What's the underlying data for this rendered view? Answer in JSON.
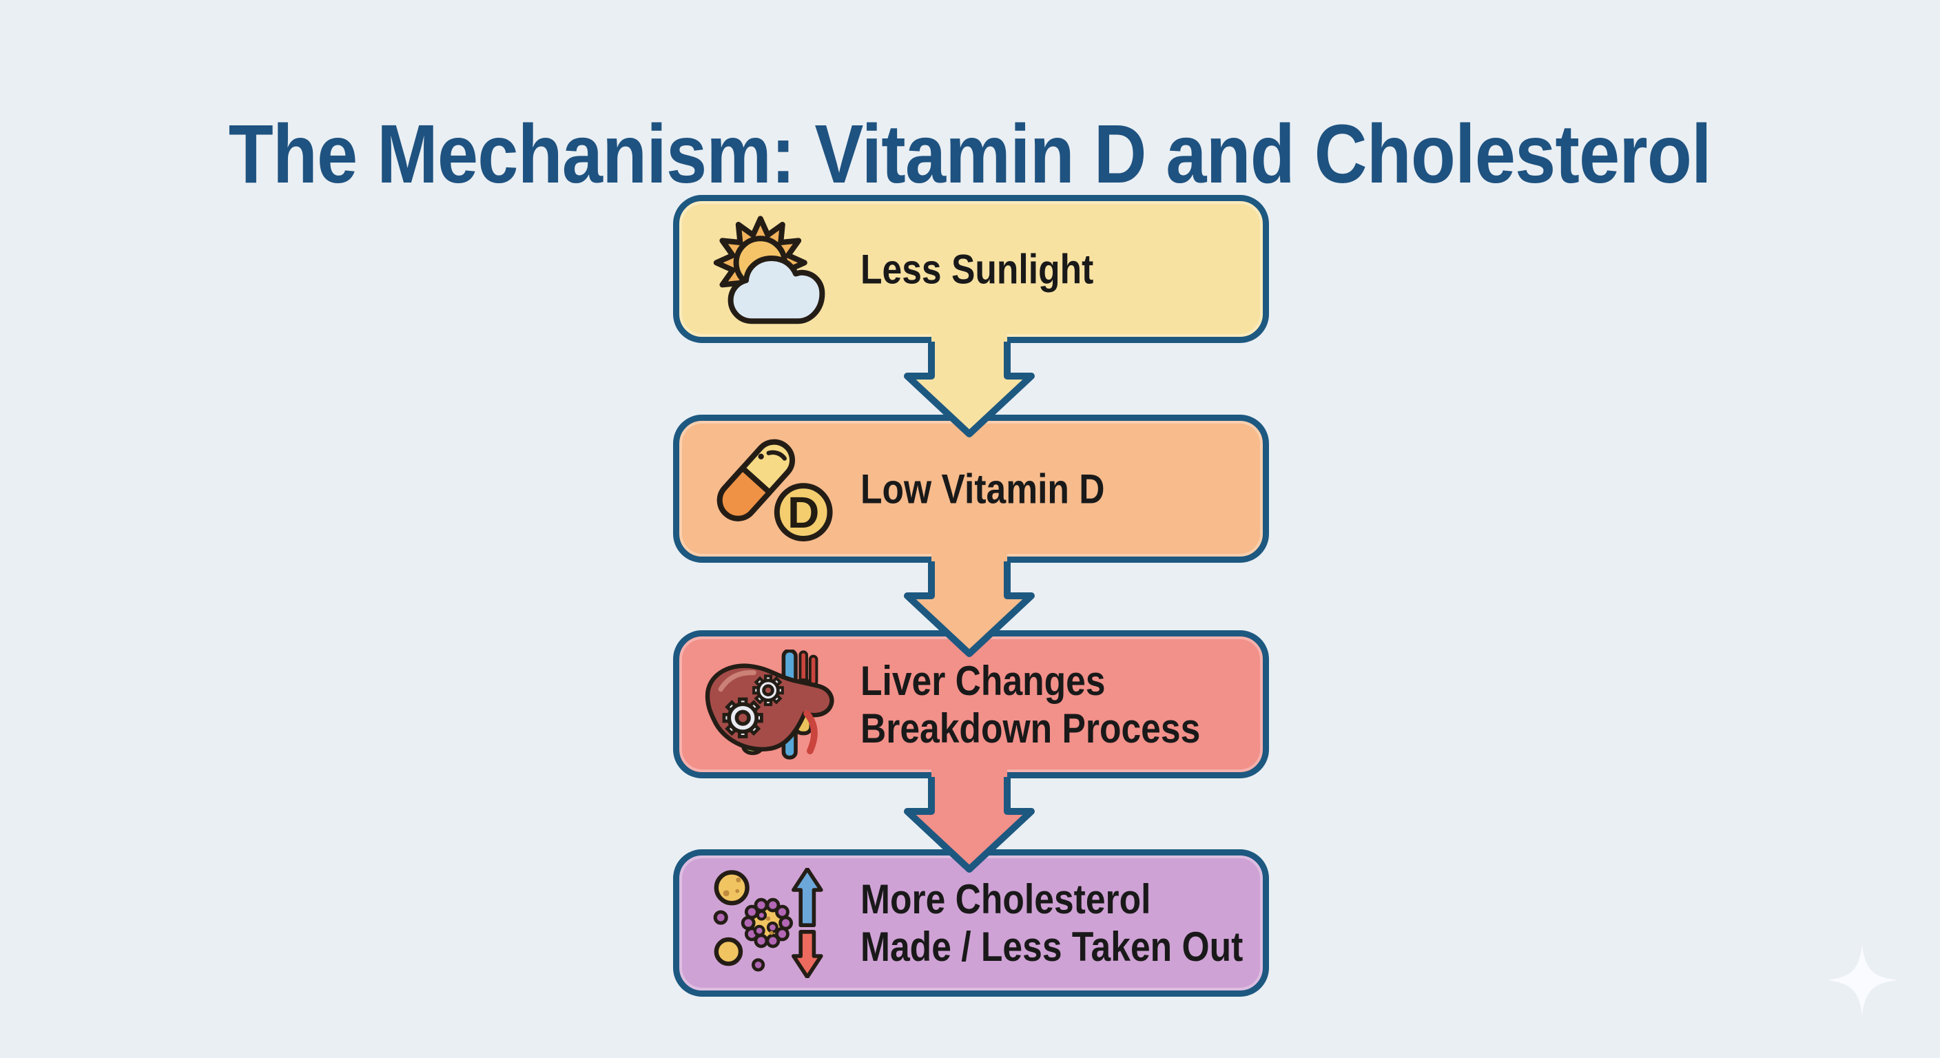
{
  "page": {
    "title": "The Mechanism: Vitamin D and Cholesterol",
    "title_color": "#1e5280",
    "background_color": "#eaeff3"
  },
  "flow": {
    "border_color": "#1d5880",
    "text_color": "#191919",
    "steps": [
      {
        "name": "less-sunlight",
        "line1": "Less Sunlight",
        "line2": "",
        "icon": "sun-behind-cloud-icon",
        "fill": "#f8e2a2"
      },
      {
        "name": "low-vitamin-d",
        "line1": "Low Vitamin D",
        "line2": "",
        "icon": "vitamin-d-capsule-icon",
        "fill": "#f7bb8c",
        "badge": "D"
      },
      {
        "name": "liver-changes",
        "line1": "Liver Changes",
        "line2": "Breakdown Process",
        "icon": "liver-gears-icon",
        "fill": "#f2908a"
      },
      {
        "name": "more-cholesterol",
        "line1": "More Cholesterol",
        "line2": "Made / Less Taken Out",
        "icon": "cholesterol-up-down-icon",
        "fill": "#cfa2d5"
      }
    ],
    "connectors": [
      {
        "from": "less-sunlight",
        "to": "low-vitamin-d",
        "fill": "#f8e2a2"
      },
      {
        "from": "low-vitamin-d",
        "to": "liver-changes",
        "fill": "#f7bb8c"
      },
      {
        "from": "liver-changes",
        "to": "more-cholesterol",
        "fill": "#f2908a"
      }
    ]
  },
  "watermark": {
    "icon": "sparkle-icon",
    "color": "#fbfdff"
  }
}
